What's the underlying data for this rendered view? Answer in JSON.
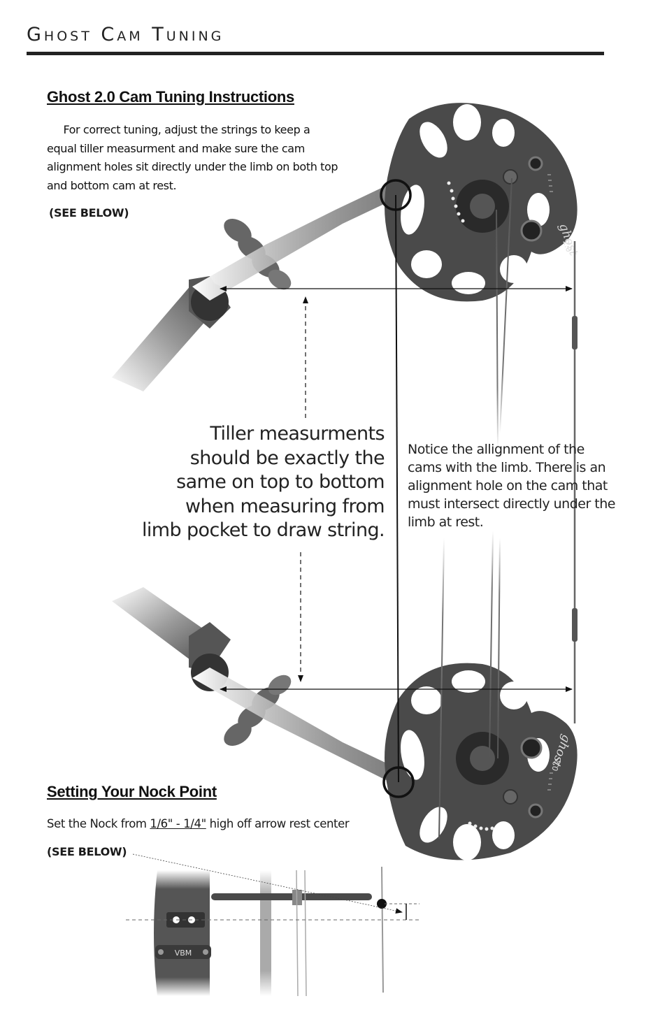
{
  "header": {
    "title": "Ghost Cam Tuning"
  },
  "section1": {
    "heading": "Ghost 2.0 Cam Tuning Instructions",
    "body": "For correct tuning, adjust the strings to keep a equal tiller measurment and make sure the cam alignment holes sit directly under the limb on both top and bottom cam at rest.",
    "see_below": "(SEE BELOW)"
  },
  "diagram": {
    "tiller_note": [
      "Tiller measurments",
      "should be exactly the",
      "same on top to bottom",
      "when measuring from",
      "limb pocket to draw string."
    ],
    "alignment_note": "Notice the allignment of the cams with the limb.  There is an alignment hole on the cam that must intersect directly under the limb at rest.",
    "cam_brand": "ghost",
    "cam_version": "2.0",
    "riser_logo": "VBM"
  },
  "section2": {
    "heading": "Setting Your Nock Point",
    "text_before": "Set the Nock from ",
    "range": "1/6\" - 1/4\"",
    "text_after": " high off arrow rest center",
    "see_below": "(SEE BELOW)"
  }
}
